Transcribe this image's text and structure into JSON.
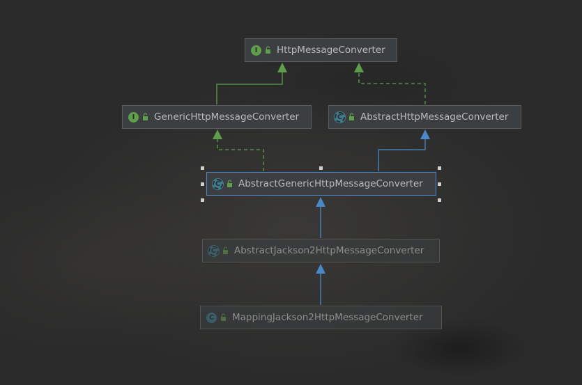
{
  "diagram": {
    "nodes": [
      {
        "id": "http-message-converter",
        "label": "HttpMessageConverter",
        "kind": "interface",
        "icon_letter": "I"
      },
      {
        "id": "generic-http-message-converter",
        "label": "GenericHttpMessageConverter",
        "kind": "interface",
        "icon_letter": "I"
      },
      {
        "id": "abstract-http-message-converter",
        "label": "AbstractHttpMessageConverter",
        "kind": "abstract-class",
        "icon_letter": "C"
      },
      {
        "id": "abstract-generic-http-message-converter",
        "label": "AbstractGenericHttpMessageConverter",
        "kind": "abstract-class",
        "icon_letter": "C",
        "selected": true
      },
      {
        "id": "abstract-jackson2-http-message-converter",
        "label": "AbstractJackson2HttpMessageConverter",
        "kind": "abstract-class",
        "icon_letter": "C"
      },
      {
        "id": "mapping-jackson2-http-message-converter",
        "label": "MappingJackson2HttpMessageConverter",
        "kind": "class",
        "icon_letter": "C"
      }
    ],
    "edges": [
      {
        "from": "generic-http-message-converter",
        "to": "http-message-converter",
        "type": "extends-interface"
      },
      {
        "from": "abstract-http-message-converter",
        "to": "http-message-converter",
        "type": "implements"
      },
      {
        "from": "abstract-generic-http-message-converter",
        "to": "generic-http-message-converter",
        "type": "implements"
      },
      {
        "from": "abstract-generic-http-message-converter",
        "to": "abstract-http-message-converter",
        "type": "extends"
      },
      {
        "from": "abstract-jackson2-http-message-converter",
        "to": "abstract-generic-http-message-converter",
        "type": "extends"
      },
      {
        "from": "mapping-jackson2-http-message-converter",
        "to": "abstract-jackson2-http-message-converter",
        "type": "extends"
      }
    ]
  },
  "colors": {
    "background": "#2b2b2b",
    "interface_edge": "#5f9e4a",
    "class_edge": "#4a88c7",
    "interface_icon": "#5f9e4a",
    "class_icon": "#3f7e8f"
  }
}
